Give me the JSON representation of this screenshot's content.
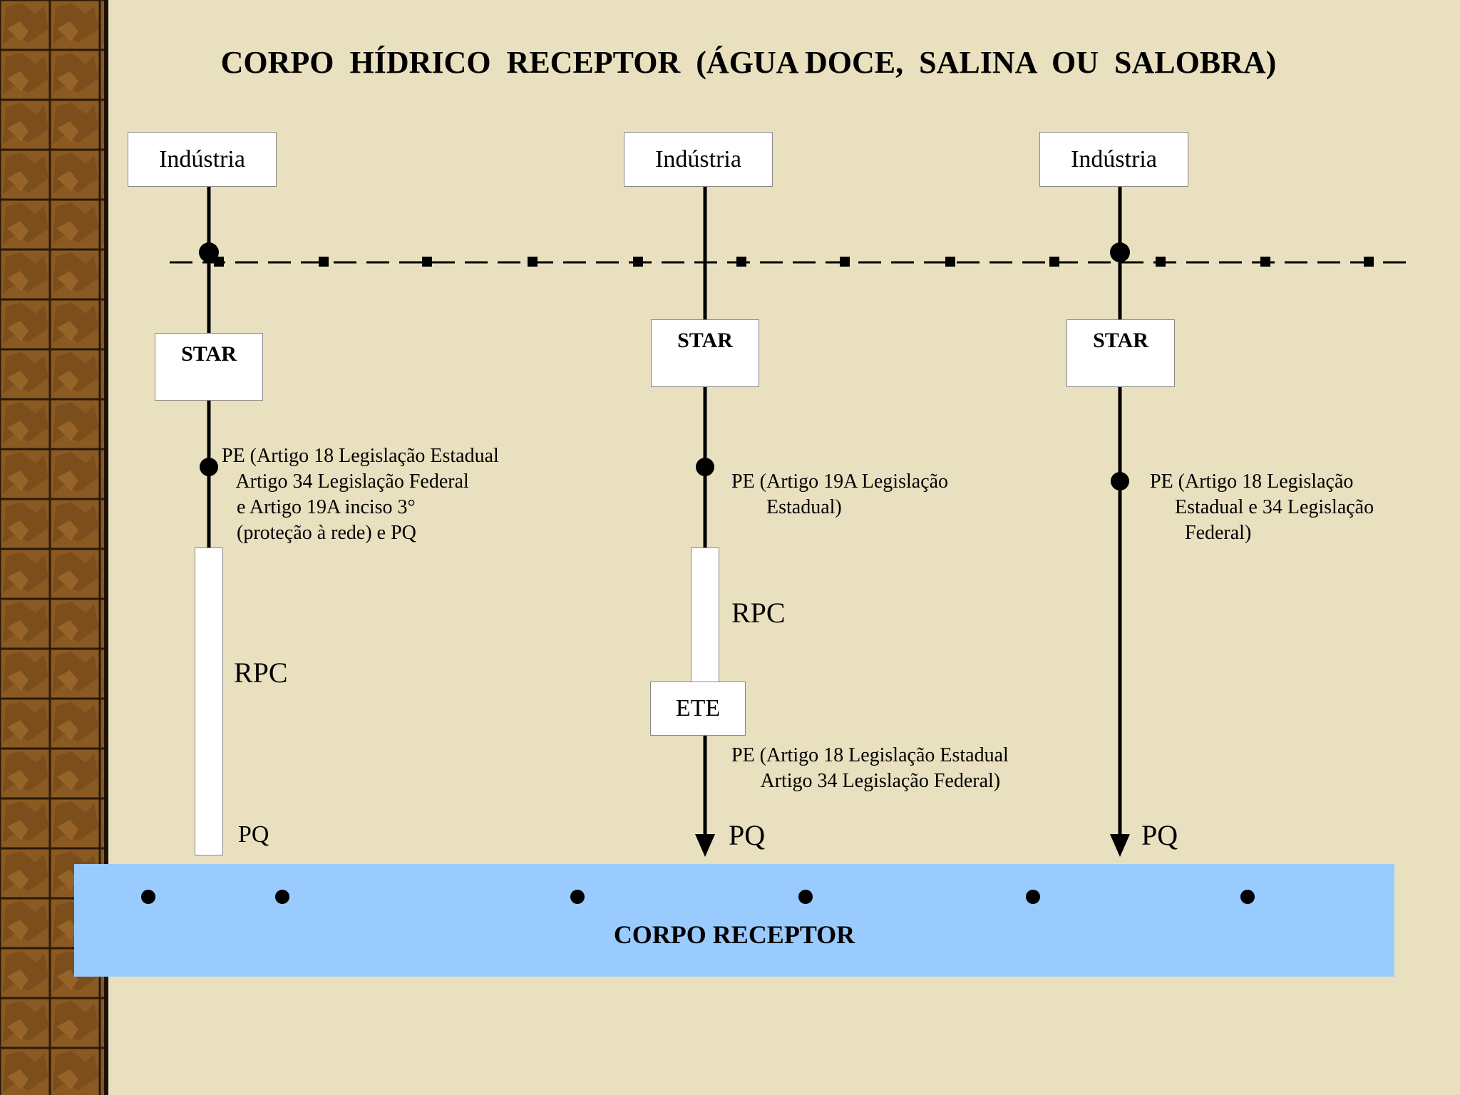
{
  "slide": {
    "title": "CORPO  HÍDRICO  RECEPTOR  (ÁGUA DOCE,  SALINA  OU  SALOBRA)"
  },
  "columns": [
    {
      "industry_label": "Indústria",
      "star_label": "STAR",
      "pe_text": "PE (Artigo 18 Legislação Estadual\n   Artigo 34 Legislação Federal\n   e Artigo 19A inciso 3°\n   (proteção à rede) e PQ",
      "rpc_label": "RPC",
      "pq_label": "PQ"
    },
    {
      "industry_label": "Indústria",
      "star_label": "STAR",
      "pe_text": "PE (Artigo 19A Legislação\n       Estadual)",
      "rpc_label": "RPC",
      "ete_label": "ETE",
      "pe2_text": "PE (Artigo 18 Legislação Estadual\n      Artigo 34 Legislação Federal)",
      "pq_label": "PQ"
    },
    {
      "industry_label": "Indústria",
      "star_label": "STAR",
      "pe_text": "PE (Artigo 18 Legislação\n     Estadual e 34 Legislação\n       Federal)",
      "pq_label": "PQ"
    }
  ],
  "receptor": {
    "label": "CORPO RECEPTOR",
    "color": "#99cbff"
  },
  "colors": {
    "background": "#e9e0bf",
    "border_strip": "#8a5a22"
  }
}
